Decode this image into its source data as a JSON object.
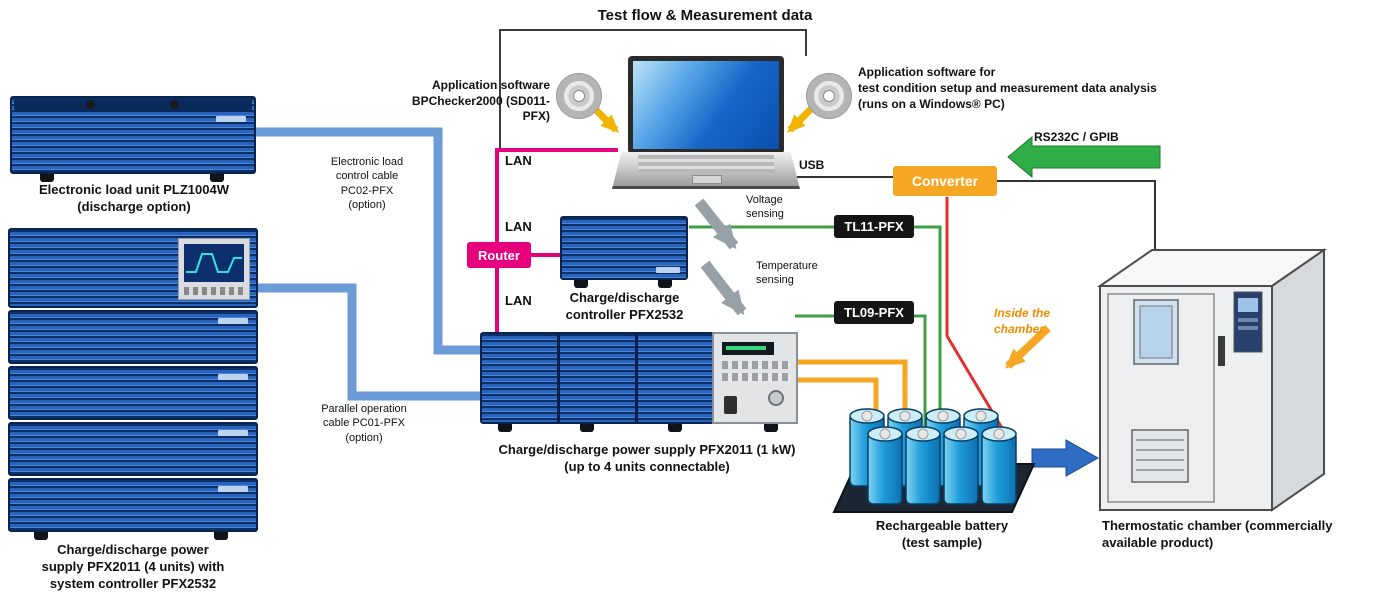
{
  "title": "Test flow & Measurement data",
  "colors": {
    "device_blue": "#2a63bc",
    "accent_magenta": "#e6007e",
    "accent_orange": "#f5a623",
    "cable_blue": "#6b9bd8",
    "cable_green": "#3f9e46",
    "cable_red": "#e03131",
    "arrow_yellow": "#f0b400",
    "arrow_green": "#2fae47",
    "arrow_blue": "#2f6cc4"
  },
  "discs": {
    "left": {
      "line1": "Application software",
      "line2": "BPChecker2000 (SD011-PFX)"
    },
    "right": {
      "line1": "Application software for",
      "line2": "test condition setup and measurement data analysis",
      "line3": "(runs on a Windows® PC)"
    }
  },
  "network": {
    "lan1": "LAN",
    "lan2": "LAN",
    "lan3": "LAN",
    "router": "Router",
    "usb": "USB",
    "chamber_interface": "RS232C / GPIB"
  },
  "cable_labels": {
    "tl11": "TL11-PFX",
    "tl09": "TL09-PFX",
    "sense1": {
      "line1": "Voltage",
      "line2": "sensing"
    },
    "sense2": {
      "line1": "Temperature",
      "line2": "sensing"
    },
    "load_cable": {
      "line1": "Electronic load",
      "line2": "control cable",
      "line3": "PC02-PFX",
      "line4": "(option)"
    },
    "parallel_cable": {
      "line1": "Parallel operation",
      "line2": "cable PC01-PFX",
      "line3": "(option)"
    },
    "inside_chamber": {
      "line1": "Inside the",
      "line2": "chamber"
    }
  },
  "devices": {
    "electronic_load": {
      "caption1": "Electronic load unit PLZ1004W",
      "caption2": "(discharge option)"
    },
    "supply_stack": {
      "caption1": "Charge/discharge power",
      "caption2": "supply PFX2011 (4 units) with",
      "caption3": "system controller PFX2532"
    },
    "controller": {
      "caption1": "Charge/discharge",
      "caption2": "controller PFX2532"
    },
    "power_supply": {
      "caption1": "Charge/discharge power supply PFX2011 (1 kW)",
      "caption2": "(up to 4 units connectable)"
    },
    "converter": "Converter",
    "battery": {
      "caption1": "Rechargeable battery",
      "caption2": "(test sample)"
    },
    "chamber": {
      "caption1": "Thermostatic chamber (commercially",
      "caption2": "available product)"
    }
  }
}
